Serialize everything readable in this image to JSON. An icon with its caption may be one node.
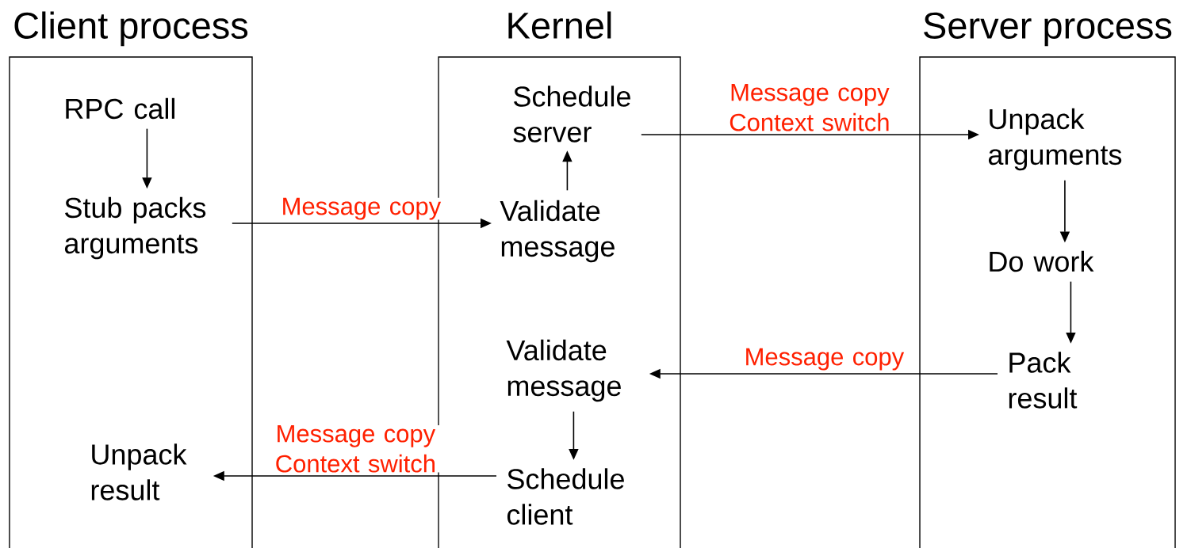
{
  "diagram": {
    "nodes": [
      {
        "text": [
          "Client process"
        ]
      },
      {
        "text": [
          "RPC call"
        ],
        "in": 0
      },
      {
        "text": [
          "Stub packs arguments"
        ],
        "in": 0
      },
      {
        "text": [
          "Unpack result"
        ],
        "in": 0
      },
      {
        "text": [
          "Kernel"
        ]
      },
      {
        "text": [
          "Schedule server"
        ],
        "in": 4
      },
      {
        "text": [
          "Validate message"
        ],
        "in": 4
      },
      {
        "text": [
          "Validate message"
        ],
        "in": 4
      },
      {
        "text": [
          "Schedule client"
        ],
        "in": 4
      },
      {
        "text": [
          "Server process"
        ]
      },
      {
        "text": [
          "Unpack arguments"
        ],
        "in": 9
      },
      {
        "text": [
          "Do work"
        ],
        "in": 9
      },
      {
        "text": [
          "Pack result"
        ],
        "in": 9
      }
    ],
    "edges": [
      {
        "from": 1,
        "to": 2,
        "arrow": "to"
      },
      {
        "from": 2,
        "to": 6,
        "arrow": "to",
        "label": "Message copy"
      },
      {
        "from": 6,
        "to": 5,
        "arrow": "to"
      },
      {
        "from": 5,
        "to": 10,
        "arrow": "to",
        "label": "Message copy Context switch"
      },
      {
        "from": 10,
        "to": 11,
        "arrow": "to"
      },
      {
        "from": 11,
        "to": 12,
        "arrow": "to"
      },
      {
        "from": 12,
        "to": 7,
        "arrow": "to",
        "label": "Message copy"
      },
      {
        "from": 7,
        "to": 8,
        "arrow": "to"
      },
      {
        "from": 8,
        "to": 3,
        "arrow": "to",
        "label": "Message copy Context switch"
      }
    ]
  }
}
